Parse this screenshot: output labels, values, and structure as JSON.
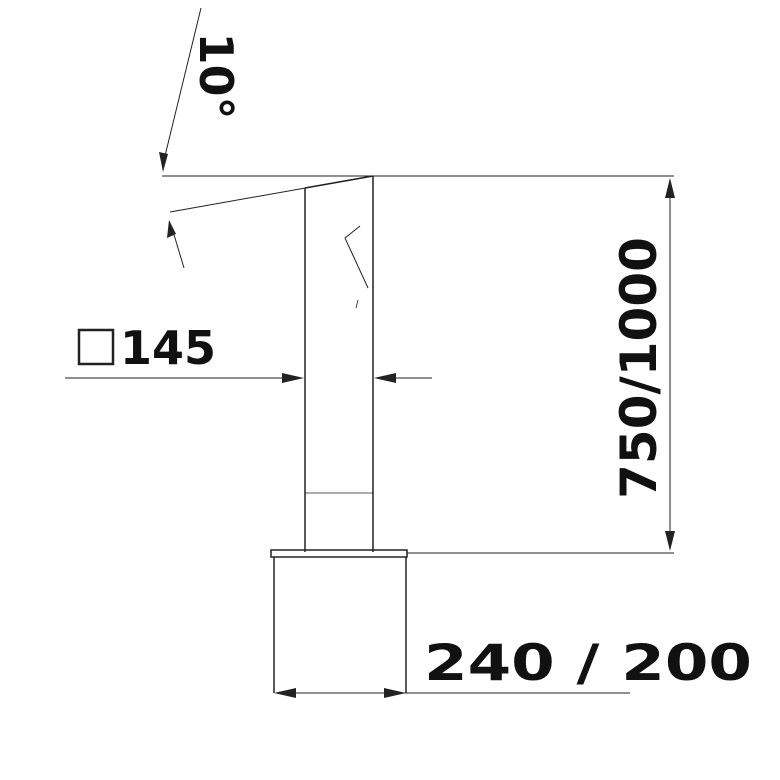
{
  "dimensions": {
    "angle": "10°",
    "section_value": "145",
    "section_symbol": "square",
    "height": "750/1000",
    "base_width": "240 / 200"
  },
  "colors": {
    "line": "#222222",
    "text": "#111111",
    "background": "#ffffff"
  }
}
